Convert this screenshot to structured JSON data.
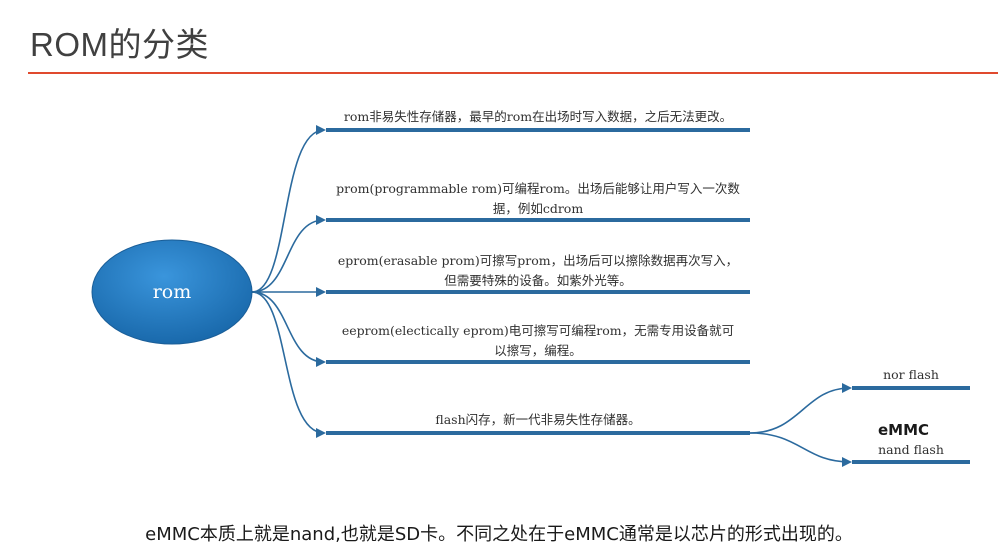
{
  "slide": {
    "title": "ROM的分类",
    "accent_color": "#e04a2e",
    "caption": "eMMC本质上就是nand,也就是SD卡。不同之处在于eMMC通常是以芯片的形式出现的。"
  },
  "mindmap": {
    "root": {
      "label": "rom",
      "fill_color": "#1f78c1"
    },
    "branch_color": "#2b6a9e",
    "branches": [
      {
        "lines": [
          "rom非易失性存储器，最早的rom在出场时写入数据，之后无法更改。"
        ]
      },
      {
        "lines": [
          "prom(programmable rom)可编程rom。出场后能够让用户写入一次数",
          "据，例如cdrom"
        ]
      },
      {
        "lines": [
          "eprom(erasable prom)可擦写prom，出场后可以擦除数据再次写入，",
          "但需要特殊的设备。如紫外光等。"
        ]
      },
      {
        "lines": [
          "eeprom(electically eprom)电可擦写可编程rom，无需专用设备就可",
          "以擦写，编程。"
        ]
      },
      {
        "lines": [
          "flash闪存，新一代非易失性存储器。"
        ]
      }
    ],
    "sub_branches": [
      {
        "label": "nor flash"
      },
      {
        "label": "nand flash"
      }
    ],
    "emmc_label": "eMMC"
  }
}
